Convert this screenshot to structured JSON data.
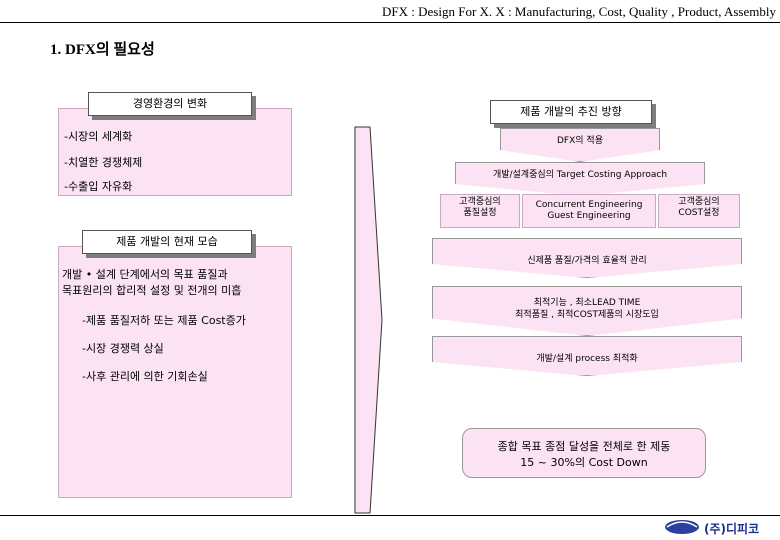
{
  "header": {
    "title": "DFX : Design For X. X : Manufacturing, Cost, Quality , Product, Assembly"
  },
  "section": {
    "title": "1. DFX의 필요성"
  },
  "left_top": {
    "label": "경영환경의 변화",
    "items": [
      "-시장의 세계화",
      "-치열한 경쟁체제",
      "-수출입 자유화"
    ]
  },
  "left_bottom": {
    "label": "제품 개발의 현재 모습",
    "intro_1": "개발 • 설계 단계에서의 목표 품질과",
    "intro_2": "목표원리의 합리적 설정 및 전개의 미흡",
    "items": [
      "-제품 품질저하 또는 제품 Cost증가",
      "-시장 경쟁력 상실",
      "-사후 관리에 의한 기회손실"
    ]
  },
  "right": {
    "label": "제품 개발의 추진 방향",
    "banner_1": "DFX의 적용",
    "banner_2": "개발/설계중심의 Target Costing Approach",
    "card_left_1": "고객중심의",
    "card_left_2": "품질설정",
    "card_mid_1": "Concurrent Engineering",
    "card_mid_2": "Guest Engineering",
    "card_right_1": "고객중심의",
    "card_right_2": "COST설정",
    "banner_3": "신제품 품질/가격의 효율적 관리",
    "banner_4_line1": "최적기능 , 최소LEAD TIME",
    "banner_4_line2": "최적품질 , 최적COST제품의 시장도입",
    "banner_5": "개발/설계 process 최적화",
    "goal_line1": "종합 목표 종점 달성을 전체로 한 제동",
    "goal_line2": "15 ~ 30%의 Cost Down"
  },
  "footer": {
    "company": "(주)디피코"
  }
}
